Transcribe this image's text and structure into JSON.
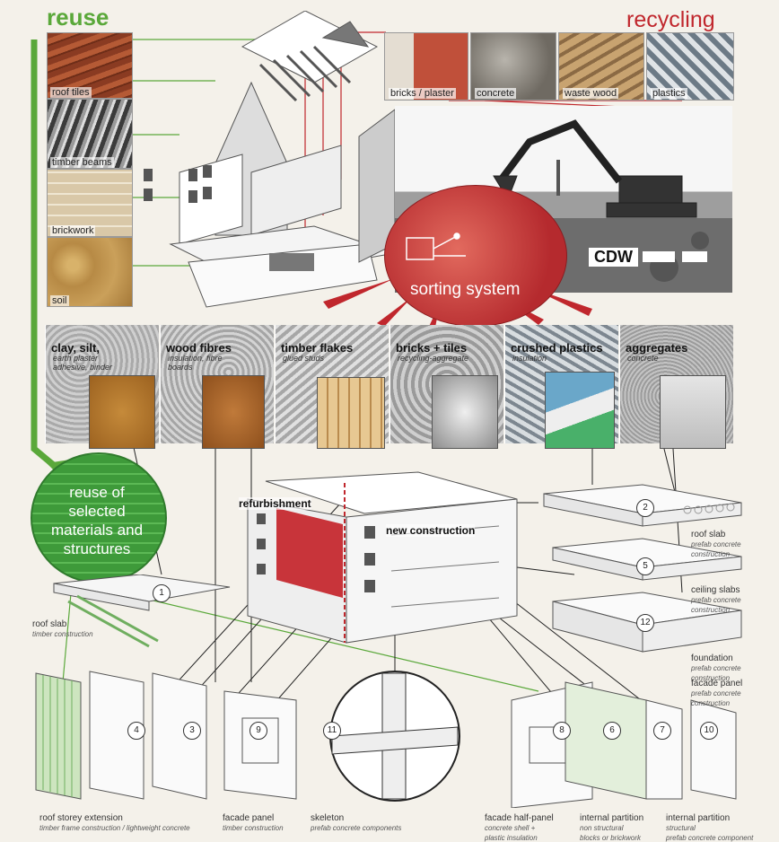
{
  "header": {
    "reuse": "reuse",
    "recycling": "recycling"
  },
  "reuse_tiles": [
    "roof tiles",
    "timber beams",
    "brickwork",
    "soil"
  ],
  "recycle_tiles": [
    "bricks / plaster",
    "concrete",
    "waste wood",
    "plastics"
  ],
  "sorting": {
    "label": "sorting system",
    "cdw": "CDW"
  },
  "materials": [
    {
      "title": "clay, silt,",
      "sub": "earth plaster\nadhesive, binder"
    },
    {
      "title": "wood fibres",
      "sub": "insulation, fibre\nboards"
    },
    {
      "title": "timber flakes",
      "sub": "glued studs"
    },
    {
      "title": "bricks + tiles",
      "sub": "recycling-aggregate"
    },
    {
      "title": "crushed plastics",
      "sub": "insulation"
    },
    {
      "title": "aggregates",
      "sub": "concrete"
    }
  ],
  "reuse_circle": "reuse of selected materials and structures",
  "building": {
    "refurbishment": "refurbishment",
    "new_construction": "new construction"
  },
  "numbers": [
    "1",
    "2",
    "5",
    "12",
    "4",
    "3",
    "9",
    "11",
    "8",
    "6",
    "7",
    "10"
  ],
  "components": {
    "roof_slab_left": {
      "title": "roof slab",
      "sub": "timber construction"
    },
    "roof_slab_right": {
      "title": "roof slab",
      "sub": "prefab concrete\nconstruction"
    },
    "ceiling_slabs": {
      "title": "ceiling slabs",
      "sub": "prefab concrete\nconstruction"
    },
    "foundation": {
      "title": "foundation",
      "sub": "prefab concrete\nconstruction"
    },
    "facade_panel_right": {
      "title": "facade panel",
      "sub": "prefab concrete\nconstruction"
    },
    "roof_storey": {
      "title": "roof storey extension",
      "sub": "timber frame construction / lightweight concrete"
    },
    "facade_panel": {
      "title": "facade panel",
      "sub": "timber construction"
    },
    "skeleton": {
      "title": "skeleton",
      "sub": "prefab concrete components"
    },
    "facade_half": {
      "title": "facade half-panel",
      "sub": "concrete shell +\nplastic insulation"
    },
    "internal_partition_1": {
      "title": "internal partition",
      "sub": "non structural\nblocks or brickwork"
    },
    "internal_partition_2": {
      "title": "internal partition",
      "sub": "structural\nprefab concrete component"
    }
  },
  "colors": {
    "reuse_green": "#5aa83a",
    "recycle_red": "#c0272d",
    "sorting_red": "#c8343a"
  }
}
